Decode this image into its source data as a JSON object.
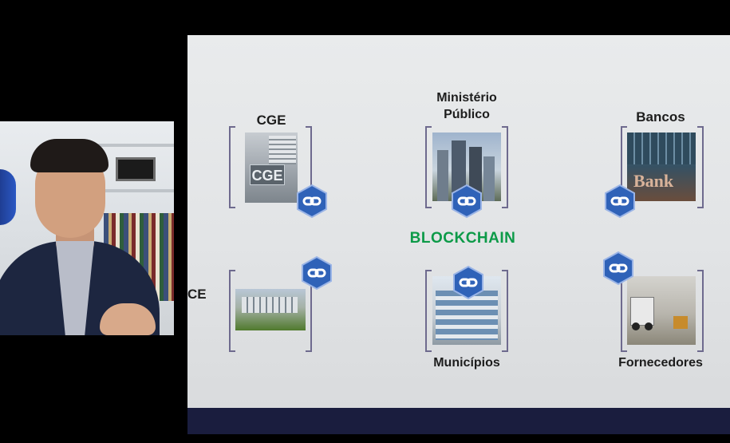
{
  "slide": {
    "center_label": "BLOCKCHAIN",
    "nodes": [
      {
        "label": "CGE",
        "photo_text": "CGE"
      },
      {
        "label": "Ministério\nPúblico"
      },
      {
        "label": "Bancos",
        "photo_text": "Bank"
      },
      {
        "label": "CE"
      },
      {
        "label": "Municípios"
      },
      {
        "label": "Fornecedores"
      }
    ]
  },
  "colors": {
    "blockchain_text": "#0c9a48",
    "hex_fill": "#2f62b8",
    "bracket": "#6e6a8e",
    "slide_footer": "#1a1d3e"
  },
  "icons": {
    "hex": "blockchain-hex-icon",
    "chain": "chain-link-icon"
  }
}
